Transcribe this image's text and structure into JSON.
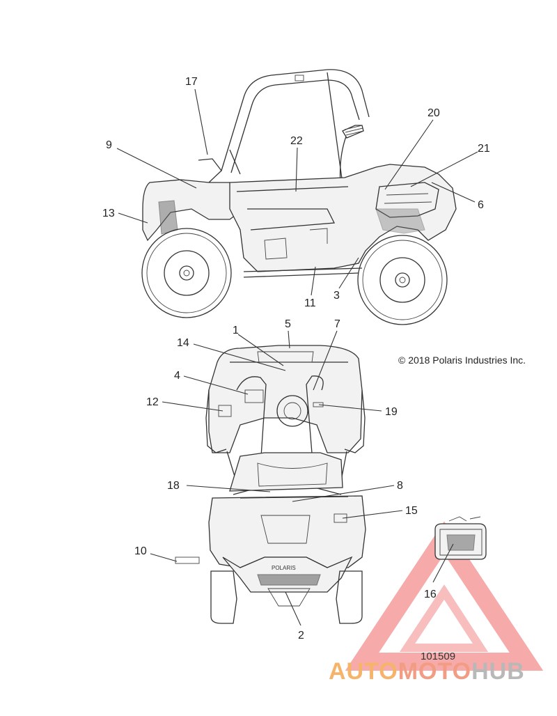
{
  "copyright": "© 2018 Polaris Industries Inc.",
  "figure_number": "101509",
  "watermark": {
    "brand_part1": "AUTO",
    "brand_part2": "MOTO",
    "brand_part3": "HUB",
    "colors": {
      "auto": "#f6b46a",
      "moto": "#f29c84",
      "hub": "#b8b8b8",
      "triangle": "#f07070"
    }
  },
  "callouts": [
    {
      "id": "c17",
      "label": "17"
    },
    {
      "id": "c9",
      "label": "9"
    },
    {
      "id": "c22",
      "label": "22"
    },
    {
      "id": "c20",
      "label": "20"
    },
    {
      "id": "c21",
      "label": "21"
    },
    {
      "id": "c13",
      "label": "13"
    },
    {
      "id": "c6",
      "label": "6"
    },
    {
      "id": "c3",
      "label": "3"
    },
    {
      "id": "c11",
      "label": "11"
    },
    {
      "id": "c1",
      "label": "1"
    },
    {
      "id": "c5",
      "label": "5"
    },
    {
      "id": "c7",
      "label": "7"
    },
    {
      "id": "c14",
      "label": "14"
    },
    {
      "id": "c4",
      "label": "4"
    },
    {
      "id": "c12",
      "label": "12"
    },
    {
      "id": "c19",
      "label": "19"
    },
    {
      "id": "c18",
      "label": "18"
    },
    {
      "id": "c8",
      "label": "8"
    },
    {
      "id": "c15",
      "label": "15"
    },
    {
      "id": "c10",
      "label": "10"
    },
    {
      "id": "c16",
      "label": "16"
    },
    {
      "id": "c2",
      "label": "2"
    }
  ]
}
